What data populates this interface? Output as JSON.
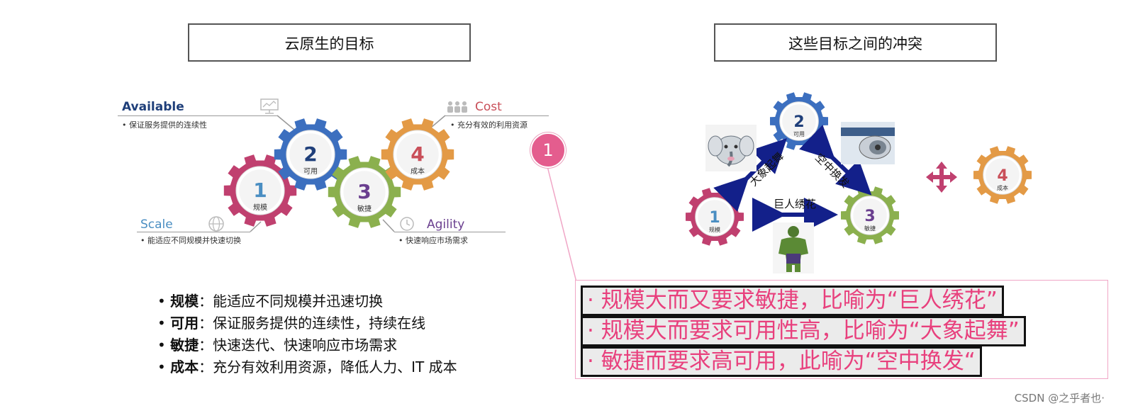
{
  "left_panel": {
    "title": "云原生的目标",
    "gears": [
      {
        "num": "1",
        "label": "规模",
        "color": "#c0406f"
      },
      {
        "num": "2",
        "label": "可用",
        "color": "#3c6fbf"
      },
      {
        "num": "3",
        "label": "敏捷",
        "color": "#8bb04e"
      },
      {
        "num": "4",
        "label": "成本",
        "color": "#e39a46"
      }
    ],
    "tags": {
      "available": {
        "title": "Available",
        "desc": "• 保证服务提供的连续性",
        "color": "#1f3f7a"
      },
      "cost": {
        "title": "Cost",
        "desc": "• 充分有效的利用资源",
        "color": "#c94f59"
      },
      "scale": {
        "title": "Scale",
        "desc": "• 能适应不同规模并快速切换",
        "color": "#4a8ec2"
      },
      "agility": {
        "title": "Agility",
        "desc": "• 快速响应市场需求",
        "color": "#6a3f8f"
      }
    },
    "goals": [
      {
        "bullet": "•",
        "name": "规模",
        "sep": "：",
        "text": "能适应不同规模并迅速切换"
      },
      {
        "bullet": "•",
        "name": "可用",
        "sep": "：",
        "text": "保证服务提供的连续性，持续在线"
      },
      {
        "bullet": "•",
        "name": "敏捷",
        "sep": "：",
        "text": "快速迭代、快速响应市场需求"
      },
      {
        "bullet": "•",
        "name": "成本",
        "sep": "：",
        "text": "充分有效利用资源，降低人力、IT 成本"
      }
    ]
  },
  "right_panel": {
    "title": "这些目标之间的冲突",
    "relations": {
      "elephant": "大象起舞",
      "jet": "空中换发",
      "hulk": "巨人绣花"
    }
  },
  "badge": "1",
  "callout": [
    "· 规模大而又要求敏捷，比喻为“巨人绣花”",
    "· 规模大而要求可用性高，比喻为“大象起舞”",
    "· 敏捷而要求高可用，此喻为“空中换发“"
  ],
  "watermark": "CSDN @之乎者也·"
}
